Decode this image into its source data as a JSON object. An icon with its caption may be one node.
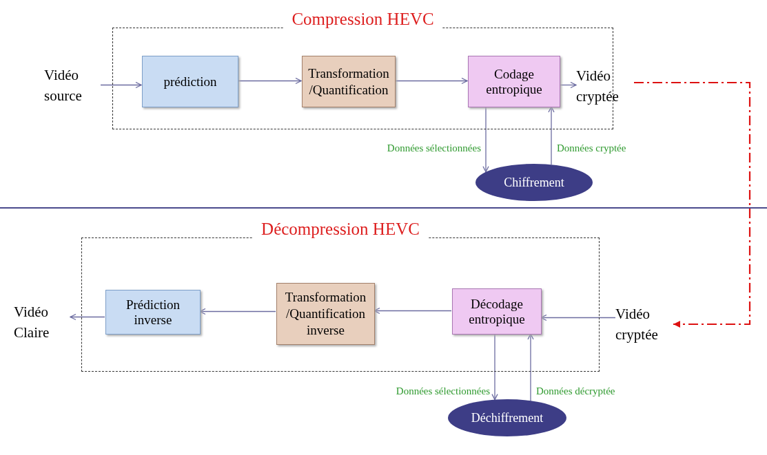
{
  "diagram": {
    "nodes": [
      {
        "text": [
          "Compression HEVC"
        ]
      },
      {
        "text": [
          "Vidéo source"
        ]
      },
      {
        "text": [
          "prédiction"
        ],
        "in": 0
      },
      {
        "text": [
          "Transformation /Quantification"
        ],
        "in": 0
      },
      {
        "text": [
          "Codage entropique"
        ],
        "in": 0
      },
      {
        "text": [
          "Vidéo cryptée"
        ]
      },
      {
        "text": [
          "Chiffrement"
        ]
      },
      {
        "text": [
          "Décompression HEVC"
        ]
      },
      {
        "text": [
          "Vidéo Claire"
        ]
      },
      {
        "text": [
          "Prédiction inverse"
        ],
        "in": 7
      },
      {
        "text": [
          "Transformation /Quantification inverse"
        ],
        "in": 7
      },
      {
        "text": [
          "Décodage entropique"
        ],
        "in": 7
      },
      {
        "text": [
          "Vidéo cryptée"
        ]
      },
      {
        "text": [
          "Déchiffrement"
        ]
      }
    ],
    "edges": [
      {
        "from": 1,
        "to": 2,
        "arrow": "to"
      },
      {
        "from": 2,
        "to": 3,
        "arrow": "to"
      },
      {
        "from": 3,
        "to": 4,
        "arrow": "to"
      },
      {
        "from": 4,
        "to": 5,
        "arrow": "to"
      },
      {
        "from": 4,
        "to": 6,
        "arrow": "to",
        "label": "Données sélectionnées"
      },
      {
        "from": 6,
        "to": 4,
        "arrow": "to",
        "label": "Données cryptée"
      },
      {
        "from": 5,
        "to": 12,
        "arrow": "to",
        "style": "dashed",
        "color": "#dd1111"
      },
      {
        "from": 12,
        "to": 11,
        "arrow": "to"
      },
      {
        "from": 11,
        "to": 10,
        "arrow": "to"
      },
      {
        "from": 10,
        "to": 9,
        "arrow": "to"
      },
      {
        "from": 9,
        "to": 8,
        "arrow": "to"
      },
      {
        "from": 11,
        "to": 13,
        "arrow": "to",
        "label": "Données sélectionnées"
      },
      {
        "from": 13,
        "to": 11,
        "arrow": "to",
        "label": "Données décryptée"
      }
    ]
  }
}
